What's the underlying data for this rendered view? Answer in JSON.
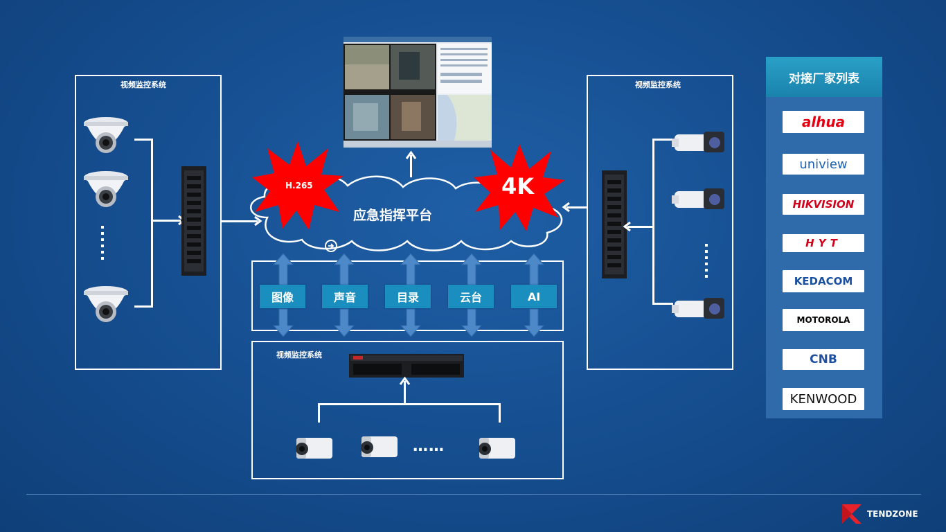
{
  "left_panel": {
    "title": "视频监控系统"
  },
  "right_panel": {
    "title": "视频监控系统"
  },
  "bottom_panel": {
    "title": "视频监控系统"
  },
  "platform": {
    "label": "应急指挥平台",
    "badge_left": "H.265",
    "badge_right": "4K"
  },
  "functions": [
    "图像",
    "声音",
    "目录",
    "云台",
    "AI"
  ],
  "bottom_dots": "……",
  "vendors": {
    "title": "对接厂家列表",
    "items": [
      "alhua",
      "uniview",
      "HIKVISION",
      "HYT",
      "KEDACOM",
      "MOTOROLA",
      "CNB",
      "KENWOOD"
    ]
  },
  "brand": {
    "name": "TENDZONE"
  },
  "colors": {
    "accent": "#1a8fbf",
    "background": "#154d8e",
    "star": "#ff0000"
  }
}
